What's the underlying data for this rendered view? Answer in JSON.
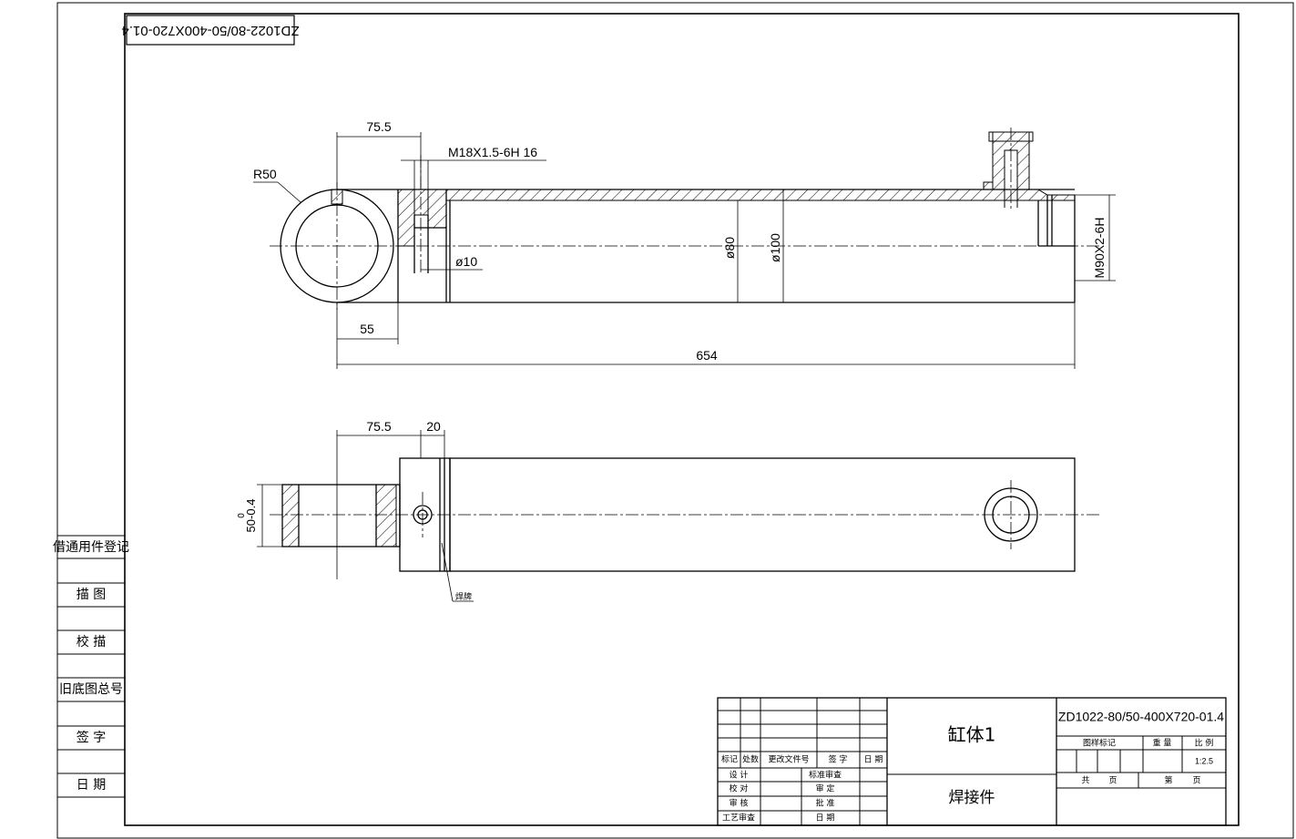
{
  "stamp_code": "ZD1022-80/50-400X720-01.4",
  "side_panel": {
    "items": [
      "借通用件登记",
      "描 图",
      "校 描",
      "旧底图总号",
      "签 字",
      "日 期"
    ]
  },
  "top_view": {
    "dim_75_5": "75.5",
    "thread": "M18X1.5-6H  16",
    "radius": "R50",
    "dim_55": "55",
    "dim_654": "654",
    "dia_80": "ø80",
    "dia_100": "ø100",
    "dia_10": "ø10",
    "thread_end": "M90X2-6H"
  },
  "bottom_view": {
    "dim_75_5": "75.5",
    "dim_20": "20",
    "tol_upper": "0",
    "dim_width": "50-0.4",
    "weld_note": "焊牌"
  },
  "title_block": {
    "part_name": "缸体1",
    "type": "焊接件",
    "drawing_number": "ZD1022-80/50-400X720-01.4",
    "rev_headers": [
      "标记",
      "处数",
      "更改文件号",
      "签 字",
      "日 期"
    ],
    "roles_left": [
      "设 计",
      "校 对",
      "审 核",
      "工艺审查"
    ],
    "roles_right": [
      "标准审查",
      "审 定",
      "批 准",
      "日 期"
    ],
    "h_marking": "图样标记",
    "h_weight": "重 量",
    "h_scale": "比 例",
    "scale": "1:2.5",
    "total": "共",
    "sheets": "页",
    "sheet_no": "第",
    "page": "页"
  }
}
